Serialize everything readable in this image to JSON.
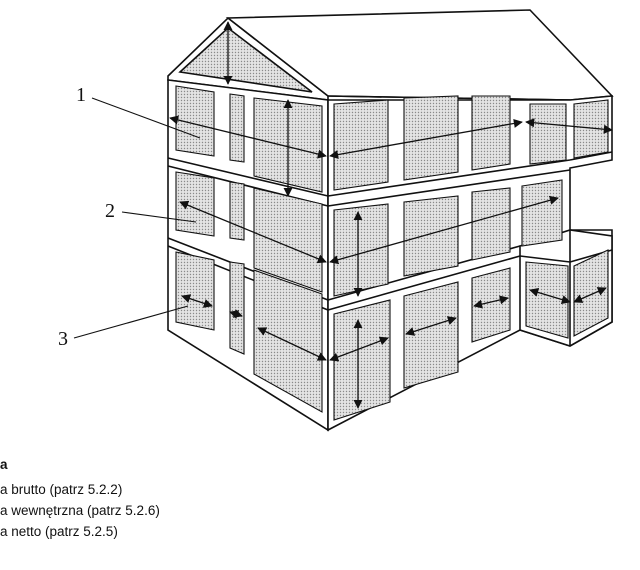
{
  "diagram": {
    "callouts": [
      {
        "number": "1"
      },
      {
        "number": "2"
      },
      {
        "number": "3"
      }
    ]
  },
  "legend": {
    "title": "a",
    "items": [
      "a brutto (patrz 5.2.2)",
      "a wewnętrzna (patrz 5.2.6)",
      "a netto (patrz 5.2.5)"
    ]
  }
}
